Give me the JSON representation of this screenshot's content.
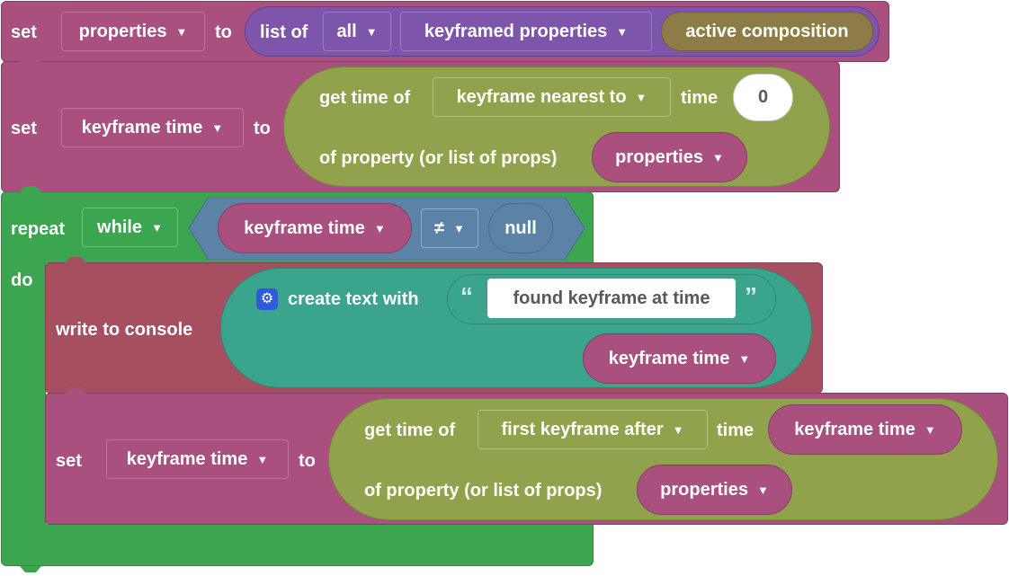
{
  "row1": {
    "set": "set",
    "var": "properties",
    "to": "to",
    "list_of": "list of",
    "mode": "all",
    "kind": "keyframed properties",
    "source": "active composition"
  },
  "row2": {
    "set": "set",
    "var": "keyframe time",
    "to": "to",
    "get_time_of": "get time of",
    "which": "keyframe nearest to",
    "time": "time",
    "time_value": "0",
    "of_property": "of property (or list of props)",
    "prop_var": "properties"
  },
  "loop": {
    "repeat": "repeat",
    "mode": "while",
    "lhs": "keyframe time",
    "op": "≠",
    "rhs": "null",
    "do": "do"
  },
  "console": {
    "label": "write to console",
    "create_text": "create text with",
    "open_quote": "“",
    "close_quote": "”",
    "text_value": "found keyframe at time",
    "var": "keyframe time"
  },
  "row4": {
    "set": "set",
    "var": "keyframe time",
    "to": "to",
    "get_time_of": "get time of",
    "which": "first keyframe after",
    "time": "time",
    "time_var": "keyframe time",
    "of_property": "of property (or list of props)",
    "prop_var": "properties"
  },
  "colors": {
    "variables": "#a9507e",
    "loops": "#3ba54f",
    "logic": "#5a83a6",
    "text": "#3aa48c",
    "lists": "#7d55ab",
    "keyframes": "#90a34c",
    "console": "#a54f61"
  }
}
